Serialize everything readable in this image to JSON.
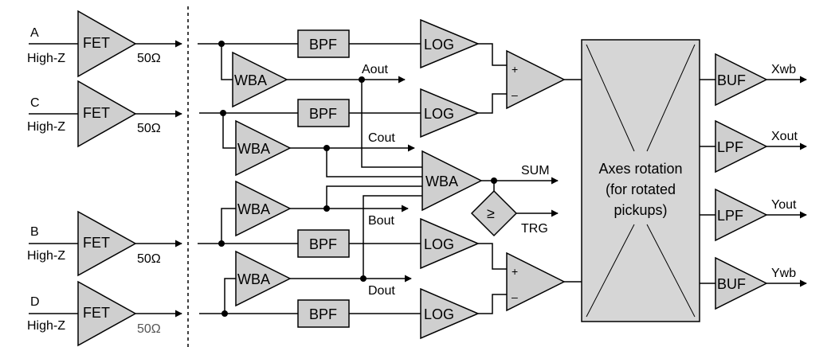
{
  "inputs": {
    "a": {
      "name": "A",
      "impedance": "High-Z",
      "block": "FET",
      "out": "50Ω"
    },
    "c": {
      "name": "C",
      "impedance": "High-Z",
      "block": "FET",
      "out": "50Ω"
    },
    "b": {
      "name": "B",
      "impedance": "High-Z",
      "block": "FET",
      "out": "50Ω"
    },
    "d": {
      "name": "D",
      "impedance": "High-Z",
      "block": "FET",
      "out": "50Ω"
    }
  },
  "blocks": {
    "bpf": "BPF",
    "log": "LOG",
    "wba": "WBA",
    "buf": "BUF",
    "lpf": "LPF",
    "comparator": "≥",
    "plus": "+",
    "minus": "–",
    "rotation": [
      "Axes rotation",
      "(for rotated",
      "pickups)"
    ]
  },
  "signals": {
    "aout": "Aout",
    "cout": "Cout",
    "bout": "Bout",
    "dout": "Dout",
    "sum": "SUM",
    "trg": "TRG"
  },
  "outputs": {
    "xwb": "Xwb",
    "xout": "Xout",
    "yout": "Yout",
    "ywb": "Ywb"
  }
}
